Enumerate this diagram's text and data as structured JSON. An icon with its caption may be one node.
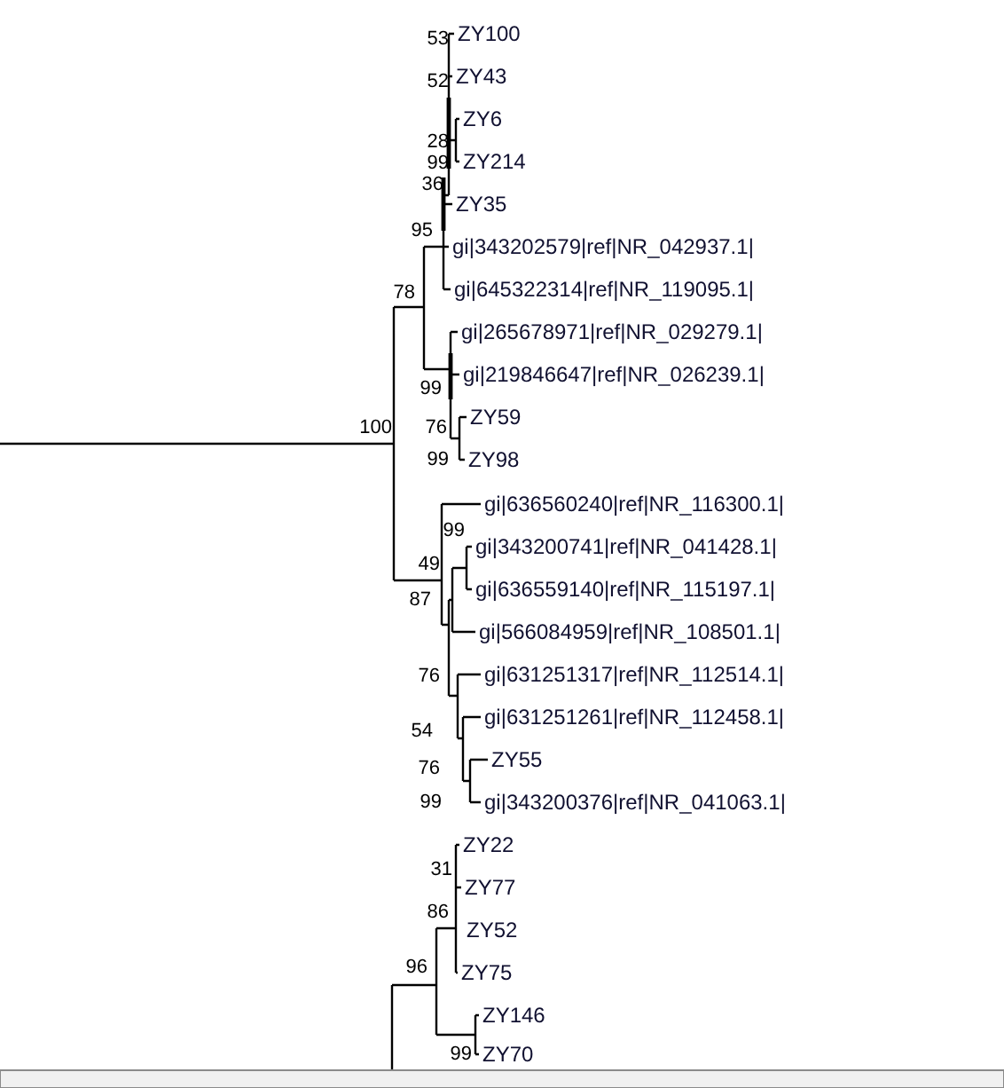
{
  "diagram": {
    "labels": [
      "53",
      "ZY100",
      "52",
      "ZY43",
      "ZY6",
      "28",
      "99",
      "ZY214",
      "36",
      "ZY35",
      "95",
      "gi|343202579|ref|NR_042937.1|",
      "78",
      "gi|645322314|ref|NR_119095.1|",
      "gi|265678971|ref|NR_029279.1|",
      "gi|219846647|ref|NR_026239.1|",
      "99",
      "100",
      "76",
      "ZY59",
      "99",
      "ZY98",
      "gi|636560240|ref|NR_116300.1|",
      "99",
      "gi|343200741|ref|NR_041428.1|",
      "49",
      "87",
      "gi|636559140|ref|NR_115197.1|",
      "gi|566084959|ref|NR_108501.1|",
      "76",
      "gi|631251317|ref|NR_112514.1|",
      "gi|631251261|ref|NR_112458.1|",
      "54",
      "76",
      "ZY55",
      "99",
      "gi|343200376|ref|NR_041063.1|",
      "ZY22",
      "31",
      "ZY77",
      "86",
      "ZY52",
      "96",
      "ZY75",
      "ZY146",
      "99",
      "ZY70"
    ]
  }
}
